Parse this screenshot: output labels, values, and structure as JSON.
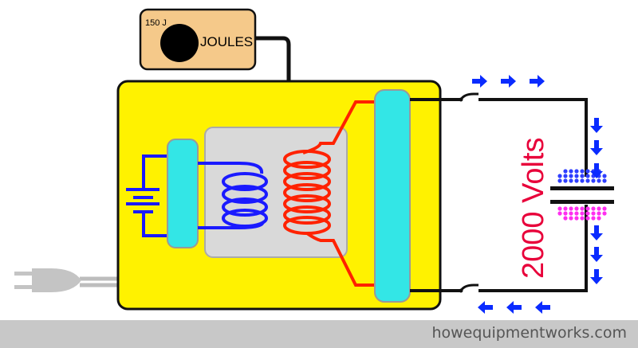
{
  "dial": {
    "energy_label": "150 J",
    "unit_label": "JOULES"
  },
  "capacitor": {
    "voltage_label": "2000 Volts"
  },
  "footer": {
    "site": "howequipmentworks.com"
  },
  "colors": {
    "housing": "#fff200",
    "dial_box": "#f5c98a",
    "core": "#d9d9d9",
    "terminal": "#33e6e6",
    "primary_coil": "#1a1aff",
    "secondary_coil": "#ff2200",
    "arrow": "#0a2bff",
    "voltage_text": "#e8003a",
    "negative_charge": "#2f3fff",
    "positive_charge": "#ff2ef0"
  }
}
